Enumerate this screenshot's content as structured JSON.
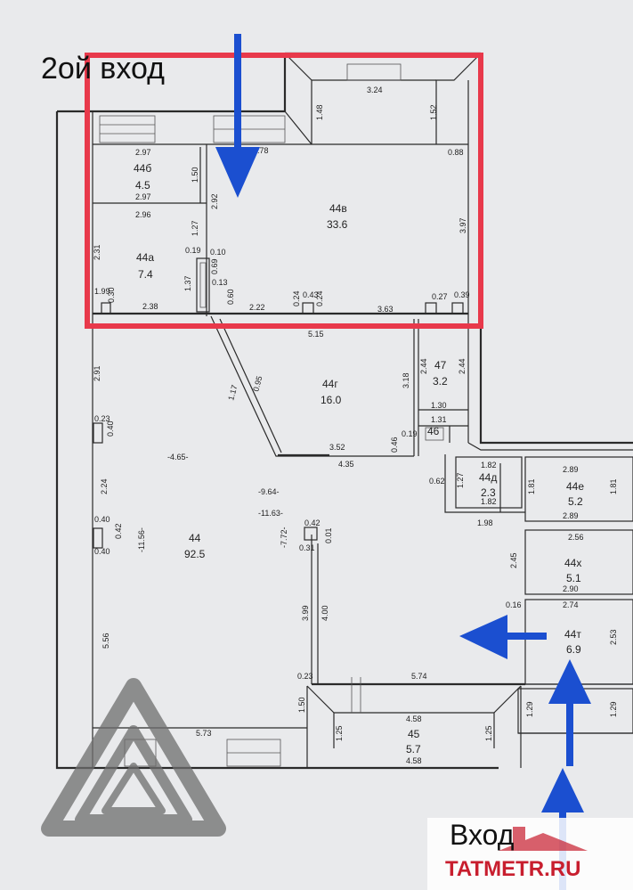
{
  "labels": {
    "second_entrance": "2ой вход",
    "entrance": "Вход",
    "brand": "TATMETR.RU"
  },
  "rooms": [
    {
      "id": "44b",
      "name": "44б",
      "area": "4.5"
    },
    {
      "id": "44a",
      "name": "44а",
      "area": "7.4"
    },
    {
      "id": "44v",
      "name": "44в",
      "area": "33.6"
    },
    {
      "id": "44g",
      "name": "44г",
      "area": "16.0"
    },
    {
      "id": "47",
      "name": "47",
      "area": "3.2"
    },
    {
      "id": "46",
      "name": "46",
      "area": ""
    },
    {
      "id": "44d",
      "name": "44д",
      "area": "2.3"
    },
    {
      "id": "44e",
      "name": "44е",
      "area": "5.2"
    },
    {
      "id": "44x",
      "name": "44х",
      "area": "5.1"
    },
    {
      "id": "44t",
      "name": "44т",
      "area": "6.9"
    },
    {
      "id": "44",
      "name": "44",
      "area": "92.5"
    },
    {
      "id": "45",
      "name": "45",
      "area": "5.7"
    }
  ],
  "dimensions": {
    "d324": "3.24",
    "d148": "1.48",
    "d152": "1.52",
    "d088": "0.88",
    "d078": "0.78",
    "d297a": "2.97",
    "d297b": "2.97",
    "d150": "1.50",
    "d296": "2.96",
    "d292": "2.92",
    "d127": "1.27",
    "d019": "0.19",
    "d010": "0.10",
    "d069": "0.69",
    "d013": "0.13",
    "d137": "1.37",
    "d060": "0.60",
    "d222": "2.22",
    "d024a": "0.24",
    "d043": "0.43",
    "d024b": "0.24",
    "d027": "0.27",
    "d039": "0.39",
    "d363": "3.63",
    "d397": "3.97",
    "d231": "2.31",
    "d030": "0.30",
    "d199": "1.99",
    "d238": "2.38",
    "d515": "5.15",
    "d318": "3.18",
    "d244a": "2.44",
    "d244b": "2.44",
    "d130": "1.30",
    "d131": "1.31",
    "d019b": "0.19",
    "d046": "0.46",
    "d352": "3.52",
    "d435": "4.35",
    "d117": "1.17",
    "d095": "0.95",
    "d291": "2.91",
    "d023a": "0.23",
    "d040a": "0.40",
    "d465": "-4.65-",
    "d224": "2.24",
    "d964": "-9.64-",
    "d1163": "-11.63-",
    "d772": "-7.72-",
    "d1156": "-11.56-",
    "d040b": "0.40",
    "d042": "0.42",
    "d040c": "0.40",
    "d042b": "0.42",
    "d031": "0.31",
    "d001": "0.01",
    "d399": "3.99",
    "d400": "4.00",
    "d556": "5.56",
    "d023b": "0.23",
    "d574": "5.74",
    "d150b": "1.50",
    "d573": "5.73",
    "d458a": "4.58",
    "d458b": "4.58",
    "d125a": "1.25",
    "d125b": "1.25",
    "d182a": "1.82",
    "d182b": "1.82",
    "d181a": "1.81",
    "d181b": "1.81",
    "d198": "1.98",
    "d127b": "1.27",
    "d062": "0.62",
    "d289a": "2.89",
    "d289b": "2.89",
    "d256": "2.56",
    "d245": "2.45",
    "d290": "2.90",
    "d274": "2.74",
    "d253": "2.53",
    "d016": "0.16",
    "d129a": "1.29",
    "d129b": "1.29"
  },
  "colors": {
    "highlight": "#e8394b",
    "arrow": "#1b4fd0",
    "background": "#e9eaec",
    "watermark": "#6e6e6e",
    "brand": "#c81e2e"
  }
}
